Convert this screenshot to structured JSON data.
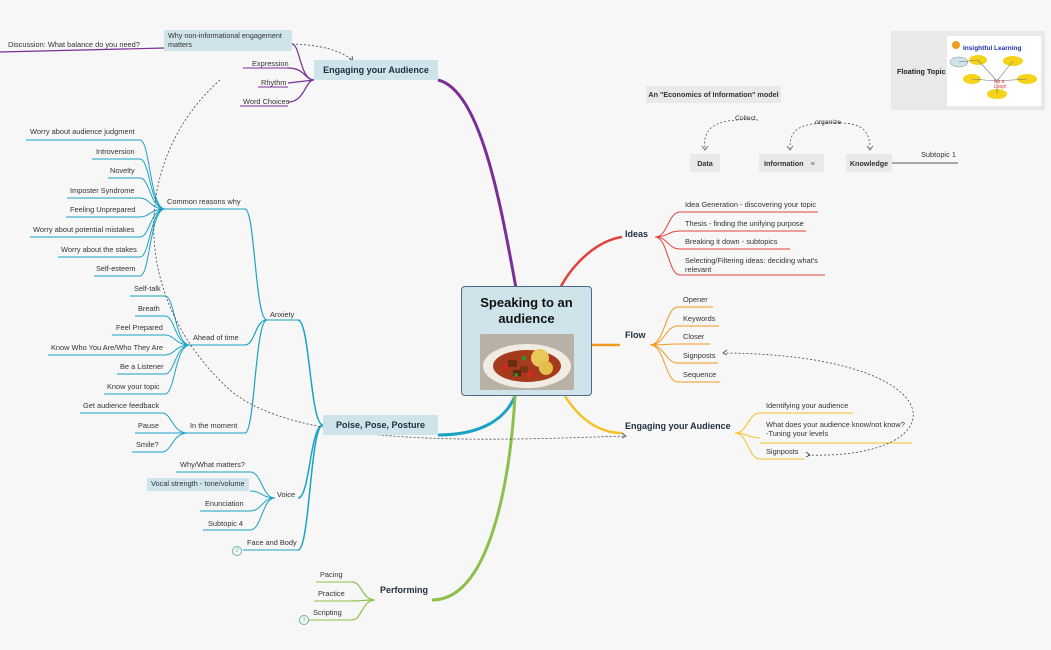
{
  "central": {
    "title": "Speaking to an audience"
  },
  "colors": {
    "purple": "#7b2f96",
    "teal": "#1aa3c4",
    "red": "#e0443b",
    "orange": "#f29a1f",
    "yellow": "#f5c026",
    "green": "#8dc04a",
    "box": "#cfe3ea"
  },
  "engaging_top": {
    "title": "Engaging your Audience",
    "why": "Why non-informational engagement matters",
    "discussion": "Discussion: What balance do you need?",
    "items": [
      "Expression",
      "Rhythm",
      "Word Choices"
    ]
  },
  "poise": {
    "title": "Poise, Pose, Posture",
    "anxiety": "Anxiety",
    "common": "Common reasons why",
    "common_items": [
      "Worry about audience judgment",
      "Introversion",
      "Novelty",
      "Imposter Syndrome",
      "Feeling Unprepared",
      "Worry about potential mistakes",
      "Worry about the stakes",
      "Self-esteem"
    ],
    "ahead": "Ahead of time",
    "ahead_items": [
      "Self-talk",
      "Breath",
      "Feel Prepared",
      "Know Who You Are/Who They Are",
      "Be a Listener",
      "Know your topic"
    ],
    "moment": "In the moment",
    "moment_items": [
      "Get audience feedback",
      "Pause",
      "Smile?"
    ],
    "voice": "Voice",
    "voice_items": [
      "Why/What matters?",
      "Vocal strength - tone/volume",
      "Enunciation",
      "Subtopic 4"
    ],
    "face": "Face and Body",
    "face_count": "2"
  },
  "performing": {
    "title": "Performing",
    "items": [
      "Pacing",
      "Practice",
      "Scripting"
    ],
    "count": "3"
  },
  "ideas": {
    "title": "Ideas",
    "items": [
      "Idea Generation - discovering your topic",
      "Thesis - finding the unifying purpose",
      "Breaking it down - subtopics",
      "Selecting/Filtering ideas: deciding what's relevant"
    ]
  },
  "flow": {
    "title": "Flow",
    "items": [
      "Opener",
      "Keywords",
      "Closer",
      "Signposts",
      "Sequence"
    ]
  },
  "engaging_right": {
    "title": "Engaging your Audience",
    "items": [
      "Identifying your audience",
      "What does your audience know/not know? -Tuning your levels",
      "Signposts"
    ]
  },
  "econ": {
    "title": "An \"Economics of Information\" model",
    "collect": "Collect",
    "organize": "organize",
    "data": "Data",
    "information": "Information",
    "knowledge": "Knowledge",
    "subtopic": "Subtopic 1"
  },
  "floating": {
    "label": "Floating Topic",
    "thumb_title": "Insightful Learning"
  }
}
